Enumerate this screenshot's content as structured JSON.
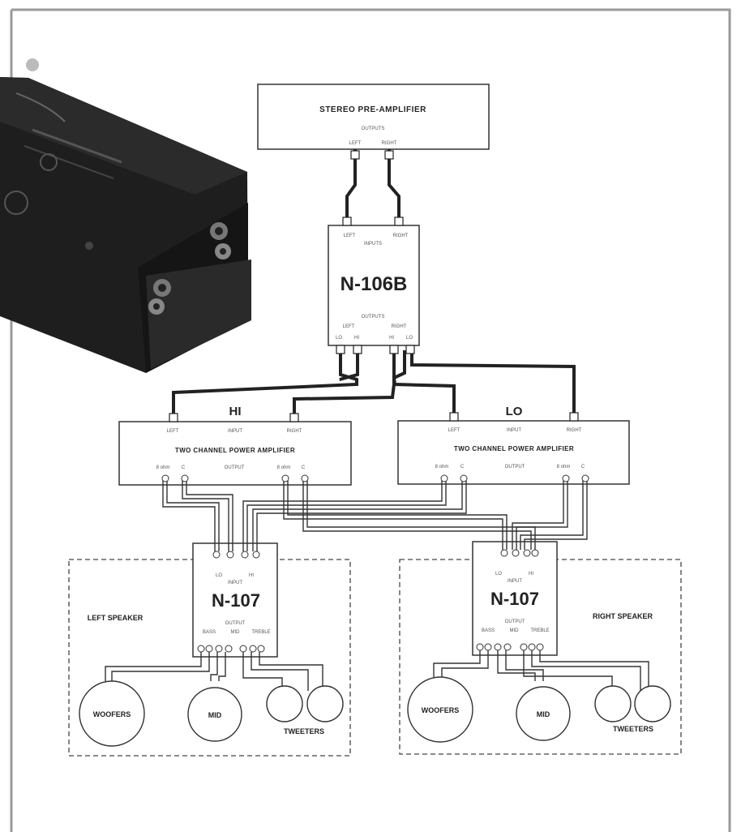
{
  "preamp": {
    "title": "STEREO PRE-AMPLIFIER",
    "outputs_label": "OUTPUTS",
    "left": "LEFT",
    "right": "RIGHT"
  },
  "crossover": {
    "model": "N-106B",
    "inputs_label": "INPUTS",
    "in_left": "LEFT",
    "in_right": "RIGHT",
    "outputs_label": "OUTPUTS",
    "out_left": "LEFT",
    "out_right": "RIGHT",
    "out_lo_1": "LO",
    "out_hi_1": "HI",
    "out_hi_2": "HI",
    "out_lo_2": "LO"
  },
  "amp_hi": {
    "tag": "HI",
    "title": "TWO CHANNEL POWER AMPLIFIER",
    "input_left": "LEFT",
    "input_label": "INPUT",
    "input_right": "RIGHT",
    "output_label": "OUTPUT",
    "ohm_1": "8 ohm",
    "com_1": "C",
    "ohm_2": "8 ohm",
    "com_2": "C"
  },
  "amp_lo": {
    "tag": "LO",
    "title": "TWO CHANNEL POWER AMPLIFIER",
    "input_left": "LEFT",
    "input_label": "INPUT",
    "input_right": "RIGHT",
    "output_label": "OUTPUT",
    "ohm_1": "8 ohm",
    "com_1": "C",
    "ohm_2": "8 ohm",
    "com_2": "C"
  },
  "left_speaker": {
    "label": "LEFT SPEAKER",
    "model": "N-107",
    "input_label": "INPUT",
    "in_lo": "LO",
    "in_hi": "HI",
    "output_label": "OUTPUT",
    "out_bass": "BASS",
    "out_mid": "MID",
    "out_treble": "TREBLE",
    "woofers": "WOOFERS",
    "mid": "MID",
    "tweeters": "TWEETERS"
  },
  "right_speaker": {
    "label": "RIGHT SPEAKER",
    "model": "N-107",
    "input_label": "INPUT",
    "in_lo": "LO",
    "in_hi": "HI",
    "output_label": "OUTPUT",
    "out_bass": "BASS",
    "out_mid": "MID",
    "out_treble": "TREBLE",
    "woofers": "WOOFERS",
    "mid": "MID",
    "tweeters": "TWEETERS"
  },
  "colors": {
    "line": "#222222",
    "device_photo": "#1e1e1e"
  }
}
